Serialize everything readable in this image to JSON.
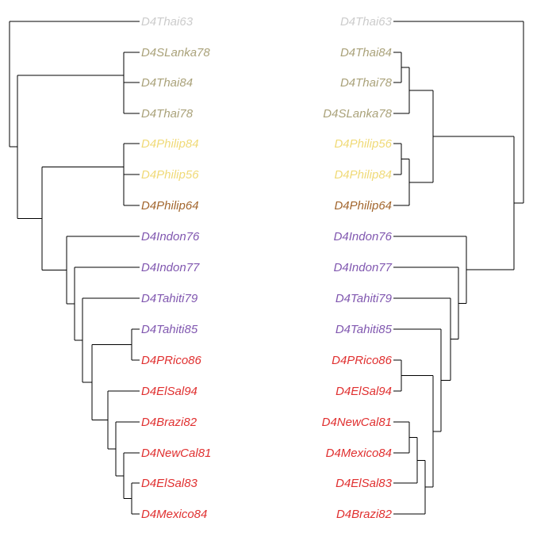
{
  "colors": {
    "gray": "#cccccc",
    "olive": "#aaa27a",
    "yellow": "#f0da78",
    "brown": "#a3672f",
    "purple": "#8158b0",
    "red": "#e03030",
    "line": "#000000"
  },
  "left_tree": {
    "tips": [
      {
        "label": "D4Thai63",
        "color": "gray"
      },
      {
        "label": "D4SLanka78",
        "color": "olive"
      },
      {
        "label": "D4Thai84",
        "color": "olive"
      },
      {
        "label": "D4Thai78",
        "color": "olive"
      },
      {
        "label": "D4Philip84",
        "color": "yellow"
      },
      {
        "label": "D4Philip56",
        "color": "yellow"
      },
      {
        "label": "D4Philip64",
        "color": "brown"
      },
      {
        "label": "D4Indon76",
        "color": "purple"
      },
      {
        "label": "D4Indon77",
        "color": "purple"
      },
      {
        "label": "D4Tahiti79",
        "color": "purple"
      },
      {
        "label": "D4Tahiti85",
        "color": "purple"
      },
      {
        "label": "D4PRico86",
        "color": "red"
      },
      {
        "label": "D4ElSal94",
        "color": "red"
      },
      {
        "label": "D4Brazi82",
        "color": "red"
      },
      {
        "label": "D4NewCal81",
        "color": "red"
      },
      {
        "label": "D4ElSal83",
        "color": "red"
      },
      {
        "label": "D4Mexico84",
        "color": "red"
      }
    ]
  },
  "right_tree": {
    "tips": [
      {
        "label": "D4Thai63",
        "color": "gray"
      },
      {
        "label": "D4Thai84",
        "color": "olive"
      },
      {
        "label": "D4Thai78",
        "color": "olive"
      },
      {
        "label": "D4SLanka78",
        "color": "olive"
      },
      {
        "label": "D4Philip56",
        "color": "yellow"
      },
      {
        "label": "D4Philip84",
        "color": "yellow"
      },
      {
        "label": "D4Philip64",
        "color": "brown"
      },
      {
        "label": "D4Indon76",
        "color": "purple"
      },
      {
        "label": "D4Indon77",
        "color": "purple"
      },
      {
        "label": "D4Tahiti79",
        "color": "purple"
      },
      {
        "label": "D4Tahiti85",
        "color": "purple"
      },
      {
        "label": "D4PRico86",
        "color": "red"
      },
      {
        "label": "D4ElSal94",
        "color": "red"
      },
      {
        "label": "D4NewCal81",
        "color": "red"
      },
      {
        "label": "D4Mexico84",
        "color": "red"
      },
      {
        "label": "D4ElSal83",
        "color": "red"
      },
      {
        "label": "D4Brazi82",
        "color": "red"
      }
    ]
  }
}
